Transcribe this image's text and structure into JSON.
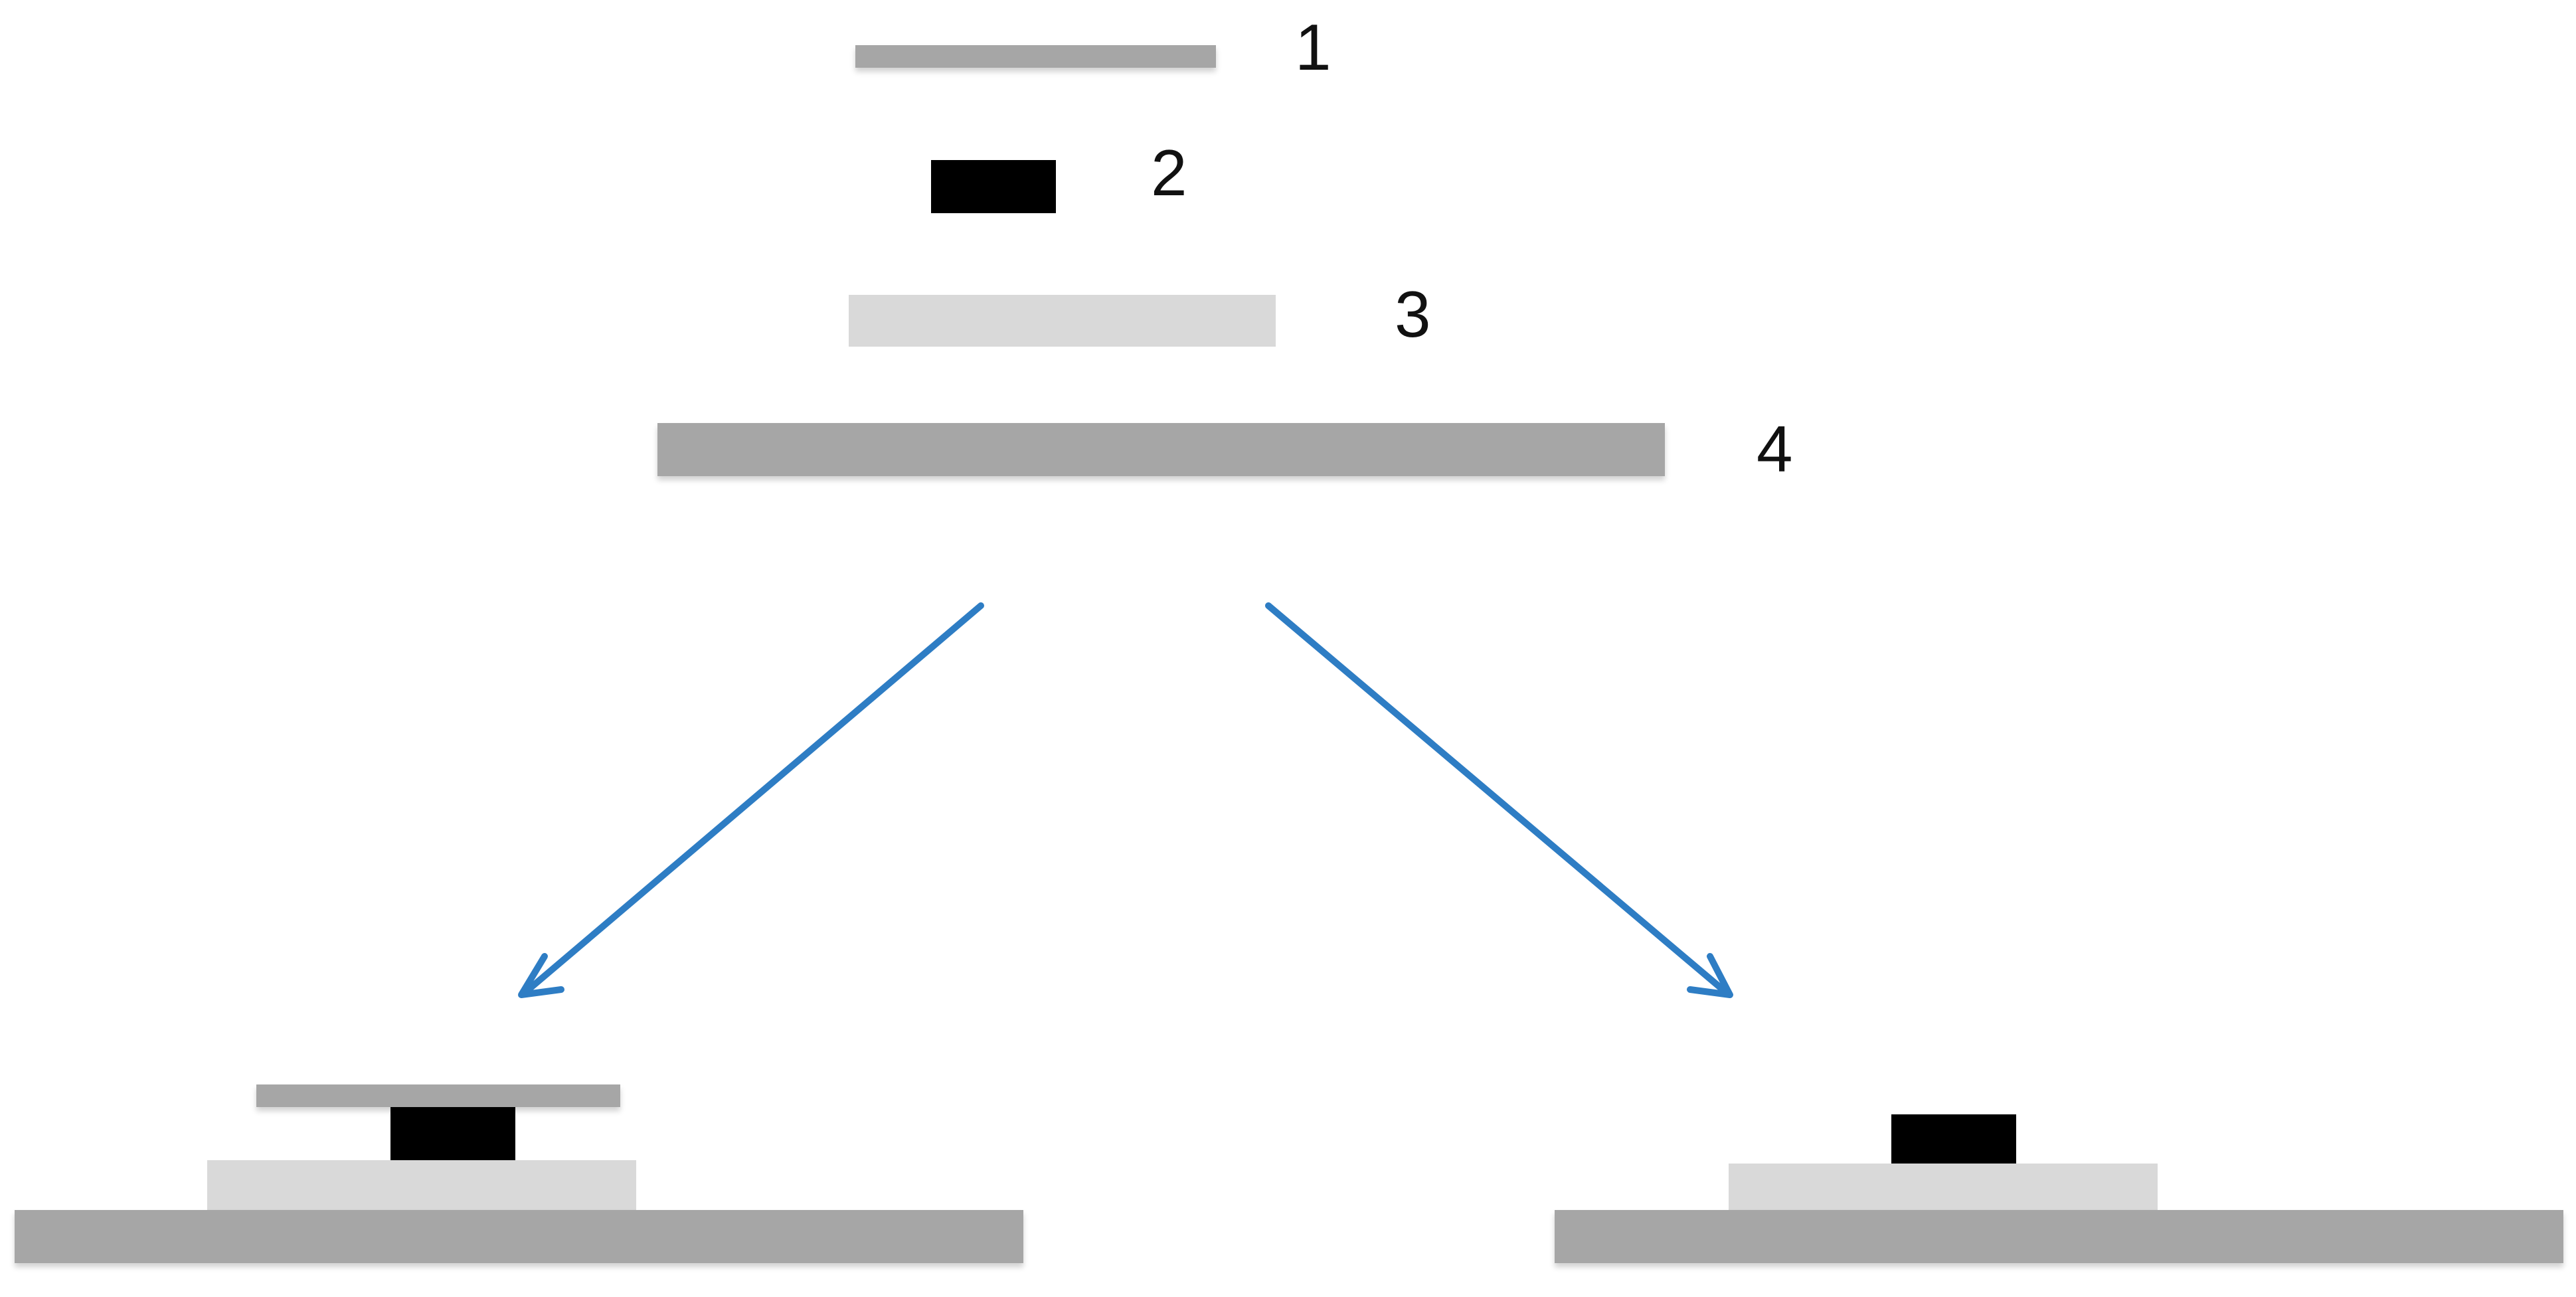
{
  "labels": {
    "one": "1",
    "two": "2",
    "three": "3",
    "four": "4"
  },
  "colors": {
    "layer_1": "#a6a6a6",
    "layer_2": "#000000",
    "layer_3": "#d9d9d9",
    "layer_4": "#a6a6a6",
    "arrow": "#2e7dc4"
  }
}
